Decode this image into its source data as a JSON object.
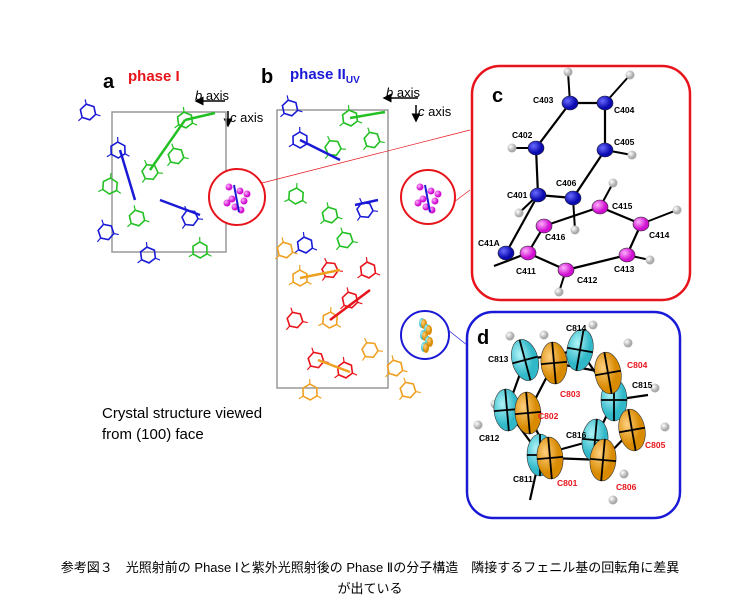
{
  "panel_a": {
    "letter": "a",
    "title": "phase I",
    "b_axis": "axis",
    "b_axis_italic": "b",
    "c_axis": "axis",
    "c_axis_italic": "c"
  },
  "panel_b": {
    "letter": "b",
    "title": "phase II",
    "title_sub": "UV",
    "b_axis": "axis",
    "b_axis_italic": "b",
    "c_axis": "axis",
    "c_axis_italic": "c"
  },
  "panel_c": {
    "letter": "c",
    "atoms": [
      "C403",
      "C404",
      "C402",
      "C405",
      "C401",
      "C406",
      "C415",
      "C416",
      "C414",
      "C41A",
      "C411",
      "C412",
      "C413"
    ]
  },
  "panel_d": {
    "letter": "d",
    "black_atoms": [
      "C814",
      "C813",
      "C815",
      "C812",
      "C816",
      "C811"
    ],
    "red_atoms": [
      "C804",
      "C803",
      "C802",
      "C805",
      "C801",
      "C806"
    ]
  },
  "description": [
    "Crystal structure viewed",
    "from (100) face"
  ],
  "caption": [
    "参考図３　光照射前の Phase Ⅰと紫外光照射後の Phase Ⅱの分子構造　隣接するフェニル基の回転角に差異",
    "が出ている"
  ],
  "colors": {
    "red": "#e8141b",
    "blue": "#1a1ad6",
    "green": "#22c022",
    "orange": "#f0a020",
    "magenta": "#e020e0",
    "cyan": "#50d8e0"
  }
}
